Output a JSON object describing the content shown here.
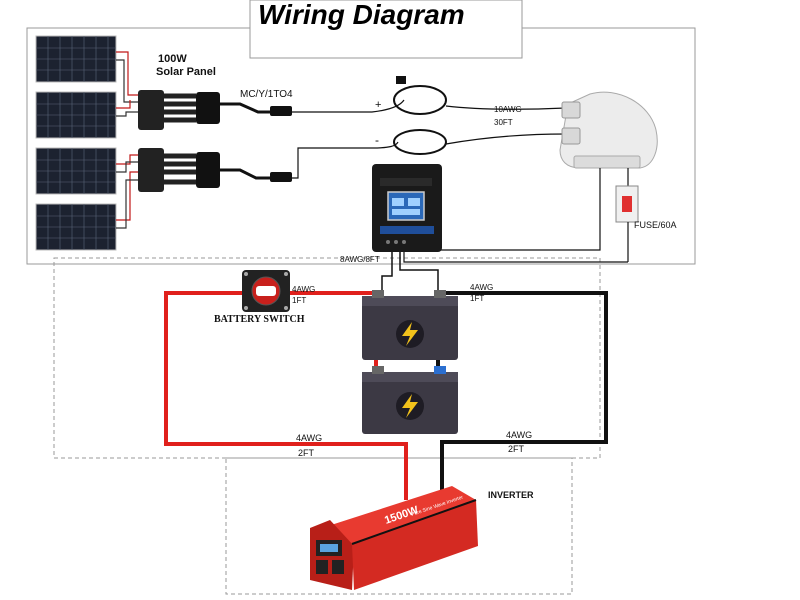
{
  "title": "Wiring Diagram",
  "labels": {
    "panel_line1": "100W",
    "panel_line2": "Solar Panel",
    "connector": "MC/Y/1TO4",
    "plus": "+",
    "minus": "-",
    "awg_10": "10AWG",
    "ft_30": "30FT",
    "fuse": "FUSE/60A",
    "controller_cable": "8AWG/8FT",
    "battery_switch": "BATTERY SWITCH",
    "switch_awg": "4AWG",
    "switch_ft": "1FT",
    "battery_awg": "4AWG",
    "battery_ft": "1FT",
    "inv_left_awg": "4AWG",
    "inv_left_ft": "2FT",
    "inv_right_awg": "4AWG",
    "inv_right_ft": "2FT",
    "inverter": "INVERTER",
    "inverter_brand": "1500W",
    "inverter_sub": "Pure Sine Wave Inverter"
  },
  "colors": {
    "positive": "#e0201c",
    "negative": "#111111",
    "inverter_body": "#d42a22",
    "battery_body": "#3c3944",
    "panel_cell": "#1c2230",
    "controller": "#1a1a1a"
  }
}
